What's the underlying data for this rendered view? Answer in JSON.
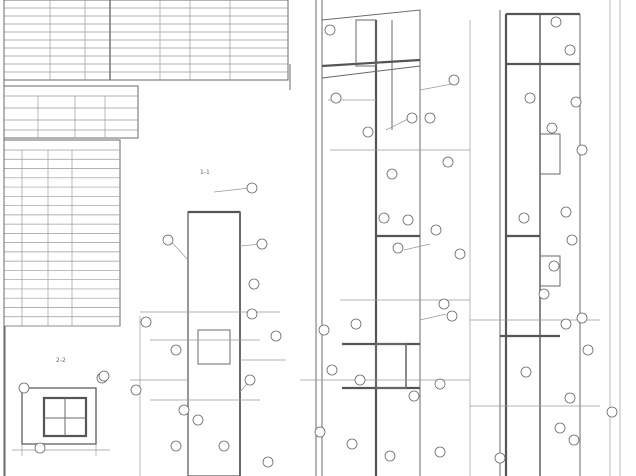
{
  "drawing": {
    "section_labels": [
      "1-1",
      "2-2"
    ],
    "header_table": {
      "title": "",
      "rows": 10,
      "cols": 7
    },
    "small_table": {
      "title": "",
      "cols": 4,
      "rows": 3
    },
    "schedule_table": {
      "title": "",
      "cols": 4,
      "rows": 19
    },
    "colors": {
      "line": "#6a6a6a",
      "heavy": "#555555",
      "light": "#9a9a9a",
      "paper": "#ffffff"
    }
  }
}
